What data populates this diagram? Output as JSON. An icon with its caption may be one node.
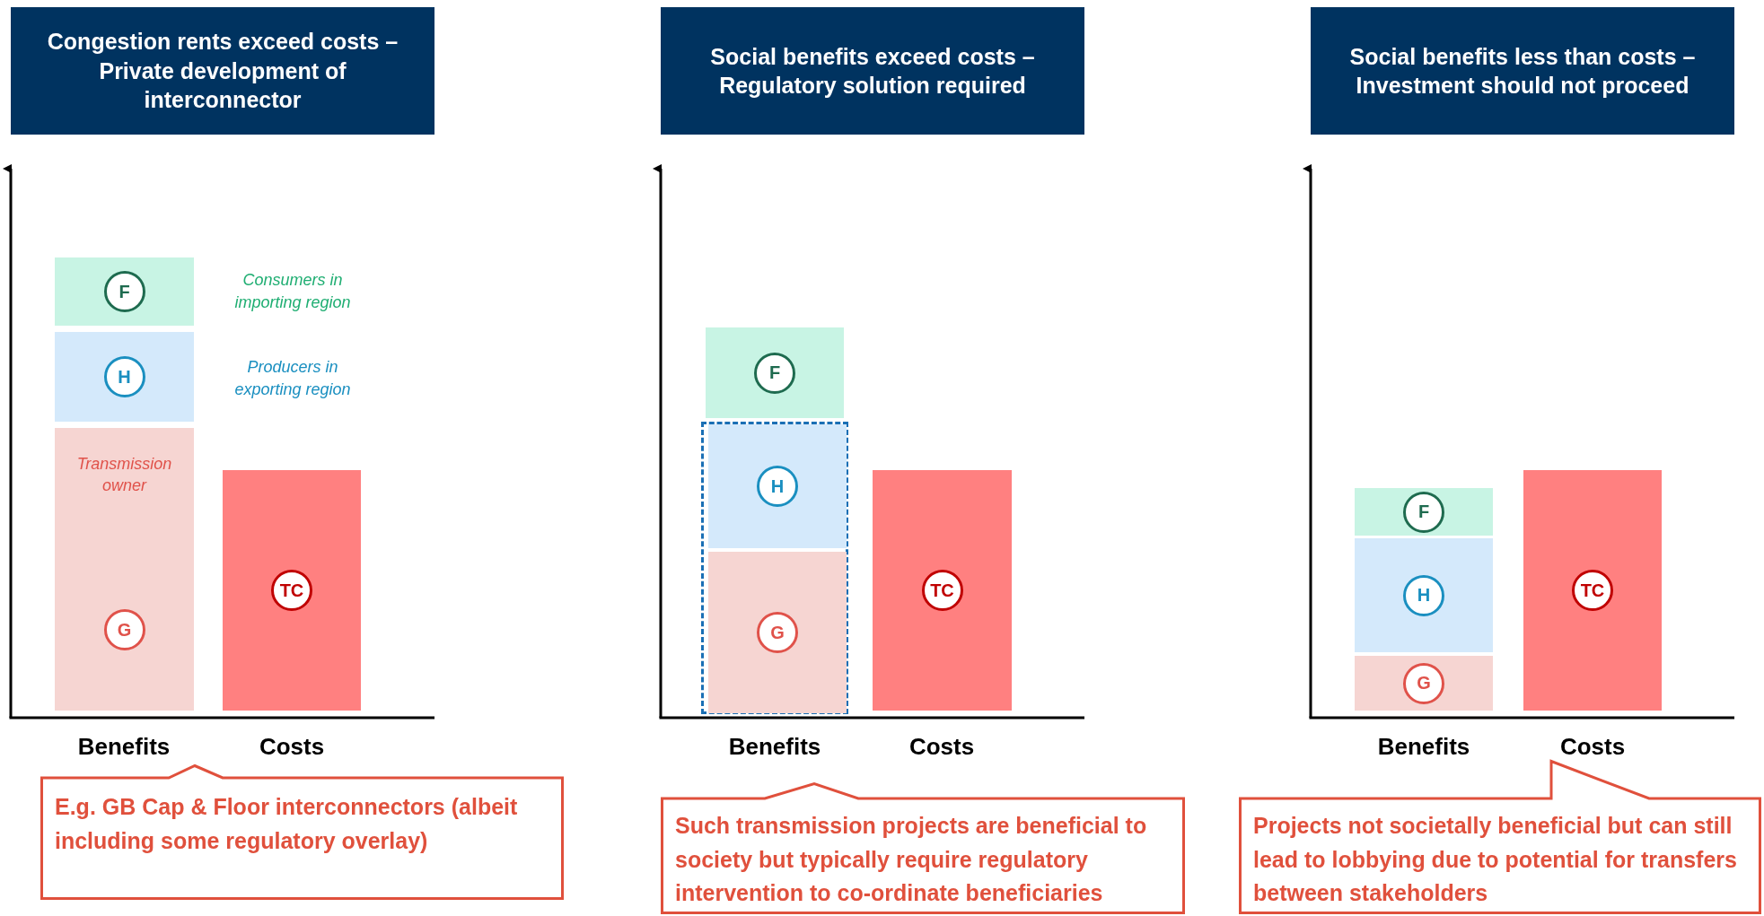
{
  "diagram": {
    "nodes": [
      {
        "text": [
          "Congestion rents exceed costs – Private development of interconnector"
        ]
      },
      {
        "text": [
          "F"
        ],
        "beside": [
          "Consumers in importing region"
        ]
      },
      {
        "text": [
          "H"
        ],
        "beside": [
          "Producers in exporting region"
        ]
      },
      {
        "text": [
          "Transmission owner",
          "G"
        ]
      },
      {
        "text": [
          "TC"
        ]
      },
      {
        "text": [
          "E.g. GB Cap & Floor interconnectors (albeit including some regulatory overlay)"
        ]
      },
      {
        "text": [
          "Social benefits exceed costs – Regulatory solution required"
        ]
      },
      {
        "text": [
          "F"
        ]
      },
      {
        "text": [],
        "shape": "box"
      },
      {
        "text": [
          "H"
        ],
        "in": 8
      },
      {
        "text": [
          "G"
        ],
        "in": 8
      },
      {
        "text": [
          "TC"
        ]
      },
      {
        "text": [
          "Such transmission projects are beneficial to society but typically require regulatory intervention to co-ordinate beneficiaries"
        ]
      },
      {
        "text": [
          "Social benefits less than costs – Investment should not proceed"
        ]
      },
      {
        "text": [
          "F"
        ]
      },
      {
        "text": [
          "H"
        ]
      },
      {
        "text": [
          "G"
        ]
      },
      {
        "text": [
          "TC"
        ]
      },
      {
        "text": [
          "Projects not societally beneficial but can still lead to lobbying due to potential for transfers between stakeholders"
        ]
      }
    ],
    "labels": [
      "Benefits",
      "Costs",
      "Benefits",
      "Costs",
      "Benefits",
      "Costs"
    ]
  }
}
